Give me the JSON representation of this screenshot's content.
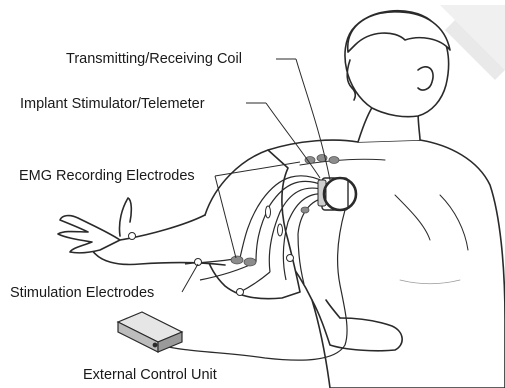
{
  "labels": {
    "coil": "Transmitting/Receiving Coil",
    "implant": "Implant Stimulator/Telemeter",
    "emg": "EMG Recording Electrodes",
    "stimulation": "Stimulation Electrodes",
    "control_unit": "External Control Unit"
  },
  "colors": {
    "outline": "#2a2a2a",
    "skin": "#ffffff",
    "shade": "#d9d9d9",
    "electrode": "#8c8c8c",
    "watermark": "#ededed"
  }
}
